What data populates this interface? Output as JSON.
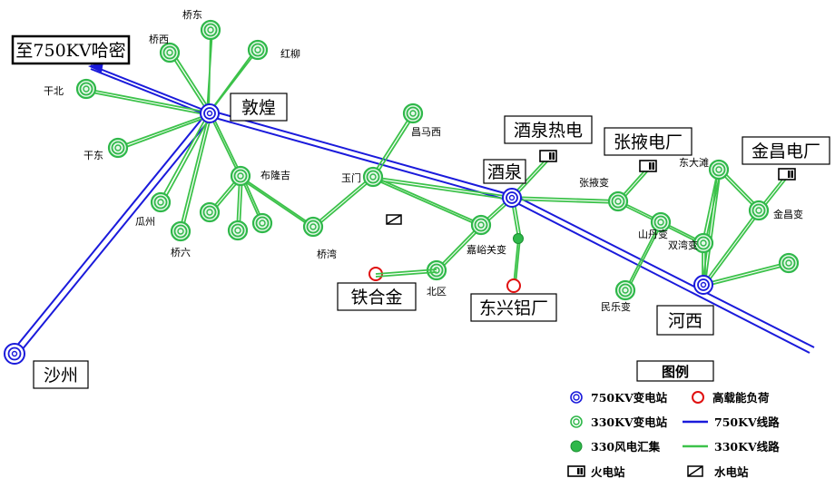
{
  "colors": {
    "line750": "#1a1adb",
    "line330": "#3cc24a",
    "station330": "#2fb84a",
    "load": "#e01010"
  },
  "external": {
    "hami": "至750KV哈密"
  },
  "major": {
    "dunhuang": "敦煌",
    "jiuquan": "酒泉",
    "hexi": "河西",
    "shazhou": "沙州"
  },
  "plants": {
    "jq_thermal": "酒泉热电",
    "zy_plant": "张掖电厂",
    "jc_plant": "金昌电厂",
    "tiehejin": "铁合金",
    "dongxing": "东兴铝厂"
  },
  "stations": {
    "qiaodong": "桥东",
    "qiaoxi": "桥西",
    "hongliu": "红柳",
    "ganbei": "干北",
    "gandong": "干东",
    "guazhou": "瓜州",
    "qiaoliu": "桥六",
    "bulongji": "布隆吉",
    "qiaowan": "桥湾",
    "yumen": "玉门",
    "changmaxi": "昌马西",
    "jiayuguan": "嘉峪关变",
    "beiqu": "北区",
    "zhangye": "张掖变",
    "dongdatan": "东大滩",
    "jinchang": "金昌变",
    "shandan": "山丹变",
    "shuangwan": "双湾变",
    "minle": "民乐变"
  },
  "legend": {
    "title": "图例",
    "s750": "750KV变电站",
    "load": "高载能负荷",
    "s330": "330KV变电站",
    "l750": "750KV线路",
    "wind": "330风电汇集",
    "l330": "330KV线路",
    "thermal": "火电站",
    "hydro": "水电站"
  }
}
